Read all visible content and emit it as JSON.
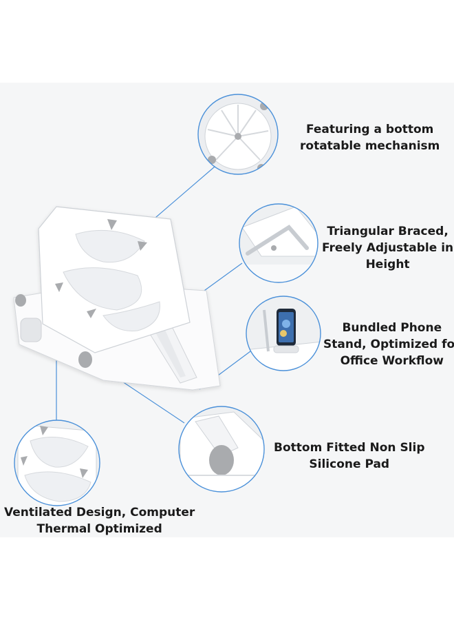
{
  "features": [
    {
      "id": "rotation",
      "lines": [
        "Featuring a bottom",
        "rotatable mechanism"
      ]
    },
    {
      "id": "bracing",
      "lines": [
        "Triangular Braced,",
        "Freely Adjustable in",
        "Height"
      ]
    },
    {
      "id": "phone",
      "lines": [
        "Bundled Phone",
        "Stand, Optimized for",
        "Office Workflow"
      ]
    },
    {
      "id": "pad",
      "lines": [
        "Bottom Fitted Non Slip",
        "Silicone Pad"
      ]
    },
    {
      "id": "ventilation",
      "lines": [
        "Ventilated Design, Computer",
        "Thermal Optimized"
      ]
    }
  ],
  "colors": {
    "background": "#ffffff",
    "band": "#f5f6f7",
    "product": "#ffffff",
    "pad_gray": "#a9abae",
    "callout_line": "#4a90d9",
    "text": "#1a1a1a"
  }
}
